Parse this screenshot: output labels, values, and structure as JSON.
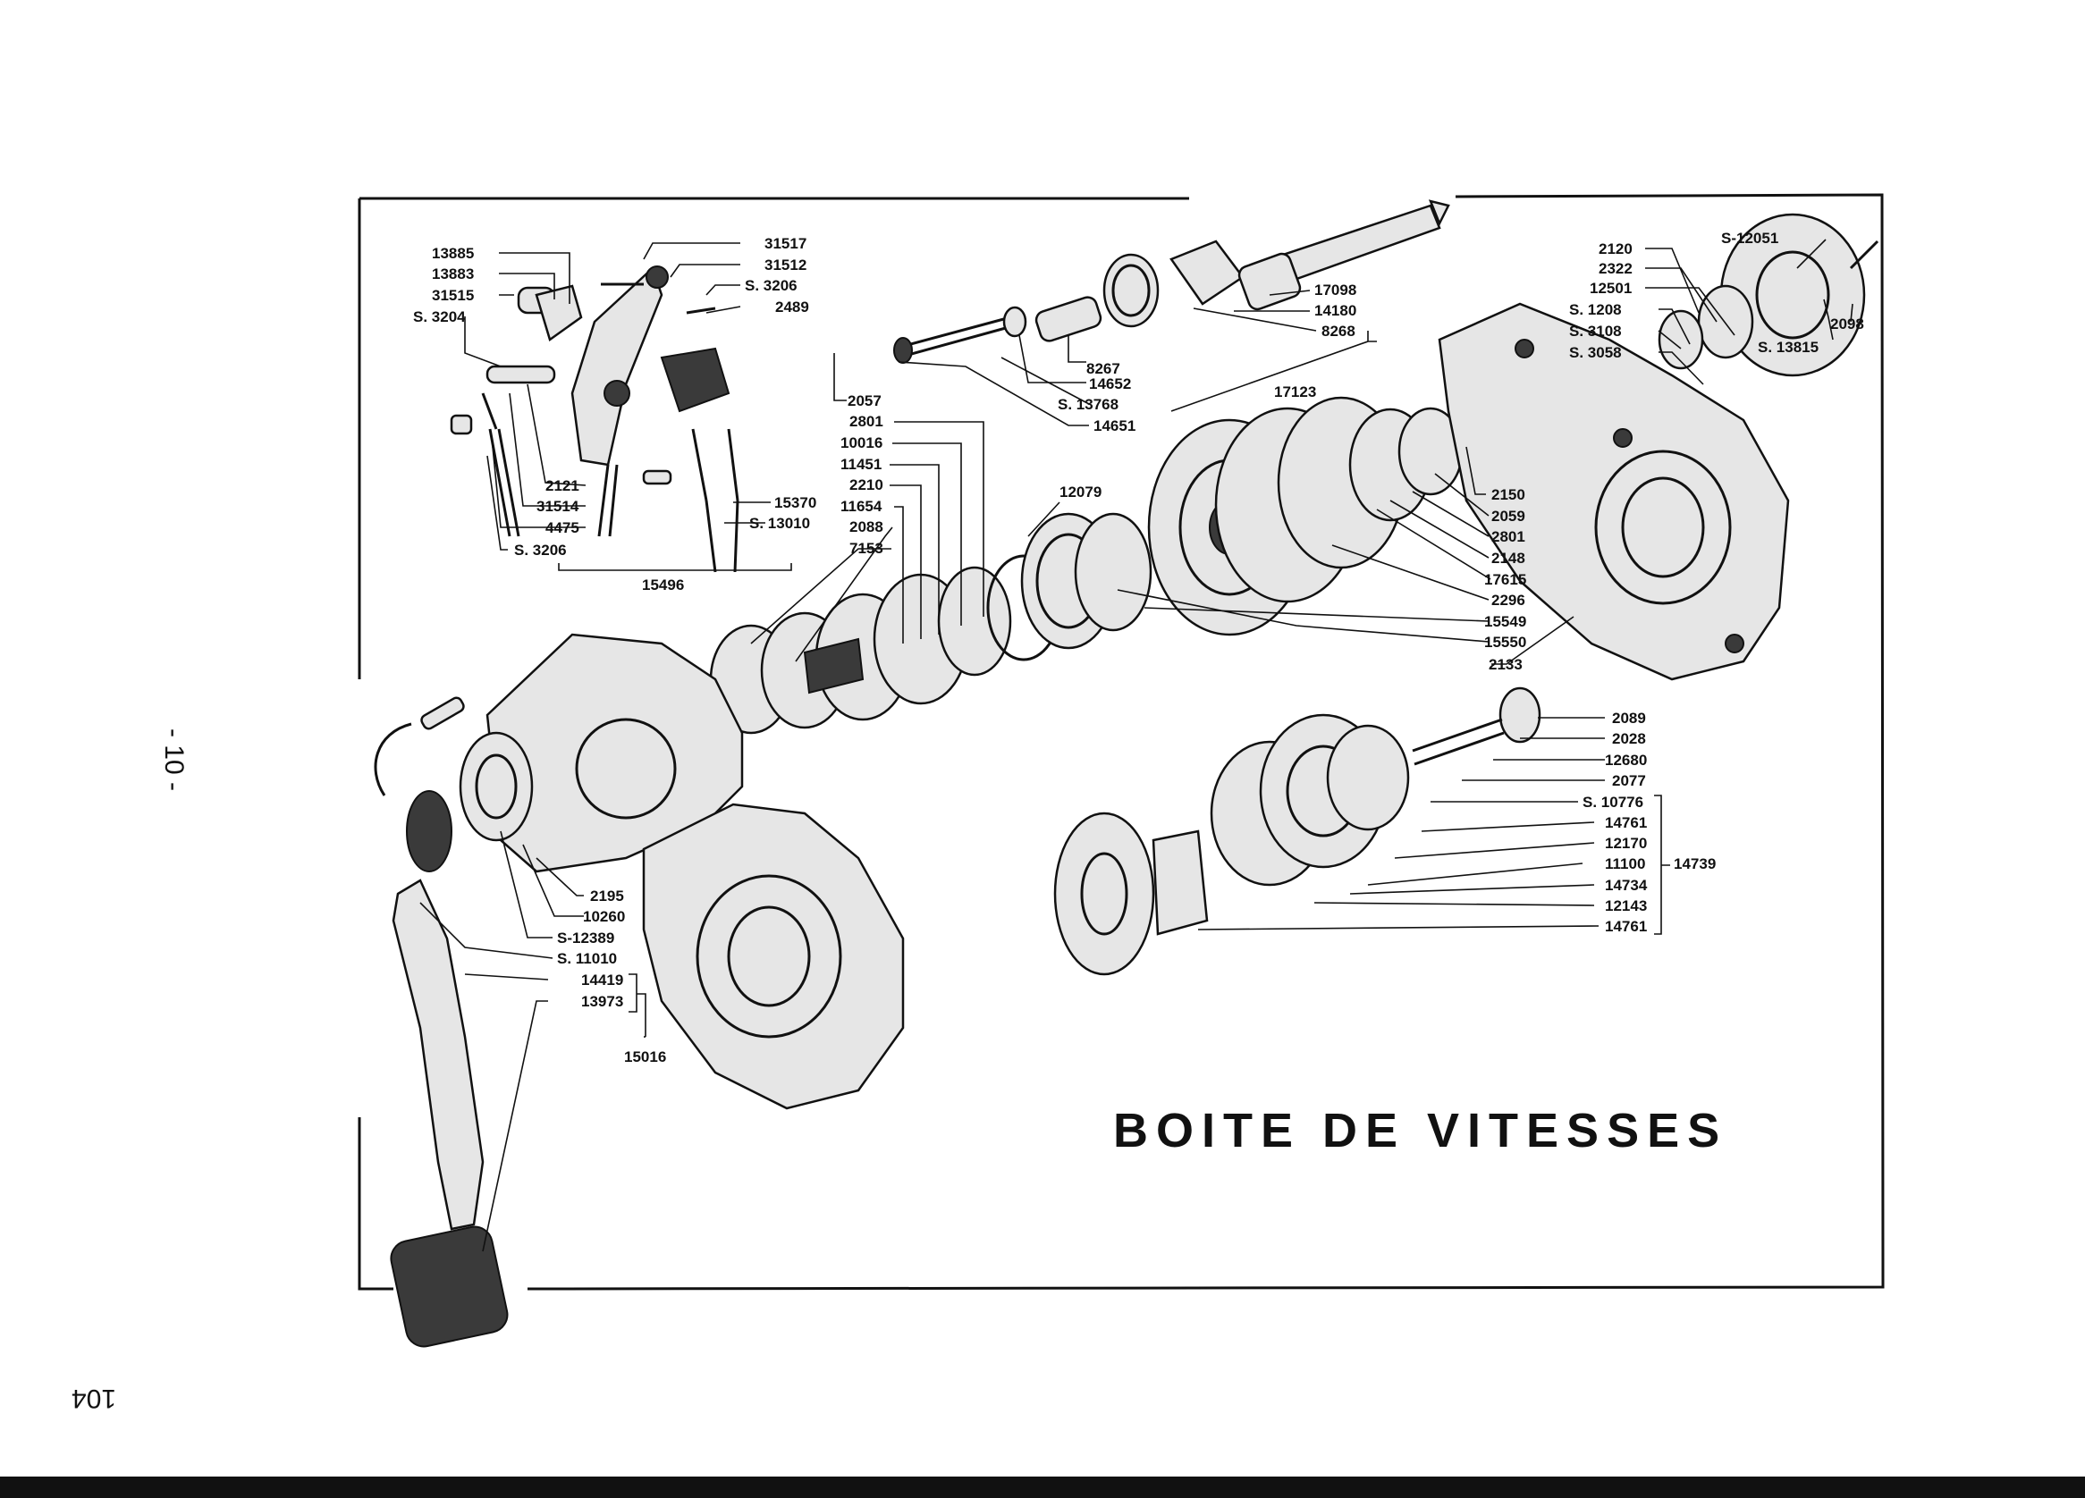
{
  "title": "BOITE DE VITESSES",
  "side_page_number": "- 10 -",
  "corner_page_number": "104",
  "labels": {
    "l13885": "13885",
    "l13883": "13883",
    "l31515": "31515",
    "lS3204": "S. 3204",
    "l31517": "31517",
    "l31512": "31512",
    "lS3206a": "S. 3206",
    "l2489": "2489",
    "l2121": "2121",
    "l31514": "31514",
    "l4475": "4475",
    "lS3206b": "S. 3206",
    "l15370": "15370",
    "lS13010": "S. 13010",
    "l15496": "15496",
    "l17098": "17098",
    "l14180": "14180",
    "l8268": "8268",
    "l8267": "8267",
    "l14652": "14652",
    "lS13768": "S. 13768",
    "l14651": "14651",
    "l17123": "17123",
    "l2057": "2057",
    "l2801a": "2801",
    "l10016": "10016",
    "l11451": "11451",
    "l2210": "2210",
    "l11654": "11654",
    "l2088": "2088",
    "l7153": "7153",
    "l12079": "12079",
    "l2120": "2120",
    "l2322": "2322",
    "l12501": "12501",
    "lS1208": "S. 1208",
    "lS3108": "S. 3108",
    "lS3058": "S. 3058",
    "lS12051": "S-12051",
    "l2098": "2098",
    "lS13815": "S. 13815",
    "l2150": "2150",
    "l2059": "2059",
    "l2801b": "2801",
    "l2148": "2148",
    "l17615": "17615",
    "l2296": "2296",
    "l15549": "15549",
    "l15550": "15550",
    "l2133": "2133",
    "l2089": "2089",
    "l2028": "2028",
    "l12680": "12680",
    "l2077": "2077",
    "lS10776": "S. 10776",
    "l14761a": "14761",
    "l12170": "12170",
    "l11100": "11100",
    "l14739": "14739",
    "l14734": "14734",
    "l12143": "12143",
    "l14761b": "14761",
    "l2195": "2195",
    "l10260": "10260",
    "lS12389": "S-12389",
    "lS11010": "S. 11010",
    "l14419": "14419",
    "l13973": "13973",
    "l15016": "15016"
  }
}
